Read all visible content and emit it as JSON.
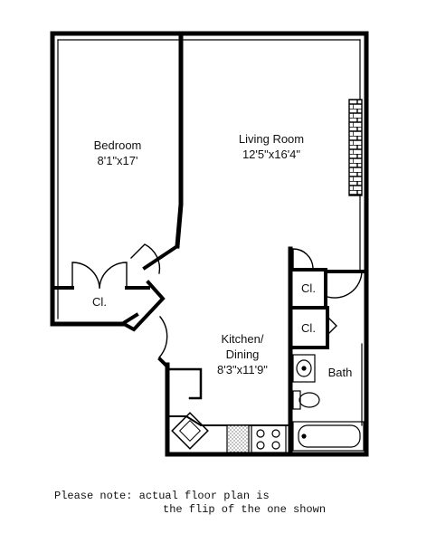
{
  "rooms": {
    "bedroom": {
      "name": "Bedroom",
      "dims": "8'1\"x17'"
    },
    "living_room": {
      "name": "Living Room",
      "dims": "12'5\"x16'4\""
    },
    "kitchen": {
      "name": "Kitchen/",
      "name2": "Dining",
      "dims": "8'3\"x11'9\""
    },
    "bath": {
      "name": "Bath"
    },
    "closet_bedroom": {
      "name": "Cl."
    },
    "closet_upper": {
      "name": "Cl."
    },
    "closet_lower": {
      "name": "Cl."
    }
  },
  "note": {
    "line1": "Please note: actual floor plan is",
    "line2": "the flip of the one shown"
  }
}
